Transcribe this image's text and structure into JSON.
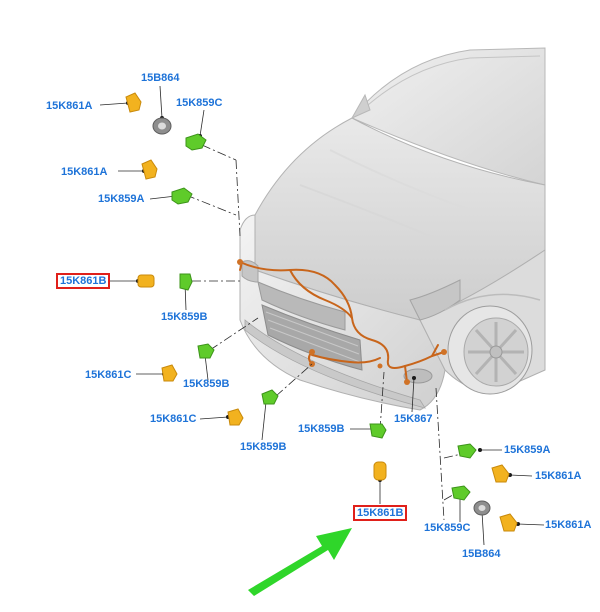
{
  "labels": {
    "l1": "15B864",
    "l2": "15K861A",
    "l3": "15K859C",
    "l4": "15K861A",
    "l5": "15K859A",
    "l6": "15K861B",
    "l7": "15K859B",
    "l8": "15K861C",
    "l9": "15K859B",
    "l10": "15K861C",
    "l11": "15K859B",
    "l12": "15K859B",
    "l13": "15K867",
    "l14": "15K859A",
    "l15": "15K861A",
    "l16": "15K861B",
    "l17": "15K859C",
    "l18": "15K861A",
    "l19": "15B864"
  },
  "highlighted_parts": [
    "15K861B"
  ],
  "colors": {
    "label_text": "#1e73d8",
    "highlight_box": "#e0201a",
    "harness": "#c8651b",
    "sensor_green": "#5fcb2a",
    "sensor_yellow": "#f2b21f",
    "grommet_gray": "#8e8e8e",
    "arrow": "#2fd62a"
  },
  "icons": [
    "car-front-illustration",
    "wiring-harness",
    "parking-sensor-yellow",
    "sensor-bracket-green",
    "grommet-gray",
    "pointer-arrow"
  ]
}
